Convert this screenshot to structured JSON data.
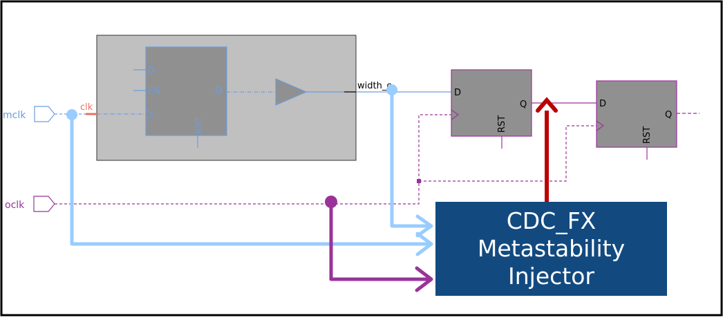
{
  "ports": {
    "mclk": "mclk",
    "oclk": "oclk"
  },
  "labels": {
    "clk": "clk",
    "width": "width_o"
  },
  "source_block": {
    "pins": {
      "d": "D",
      "en": "EN",
      "q": "Q",
      "rst": "RST"
    }
  },
  "sync_ff1": {
    "pins": {
      "d": "D",
      "q": "Q",
      "rst": "RST"
    }
  },
  "sync_ff2": {
    "pins": {
      "d": "D",
      "q": "Q",
      "rst": "RST"
    }
  },
  "injector": {
    "lines": [
      "CDC_FX",
      "Metastability",
      "Injector"
    ]
  },
  "colors": {
    "light_blue_signal": "#99ccff",
    "clock_blue": "#6a9ee0",
    "purple": "#993399",
    "dark_red": "#bb0000",
    "injector_fill": "#124a80",
    "module_fill": "#c0c0c0",
    "register_fill": "#909090",
    "clk_label": "#e87060"
  }
}
